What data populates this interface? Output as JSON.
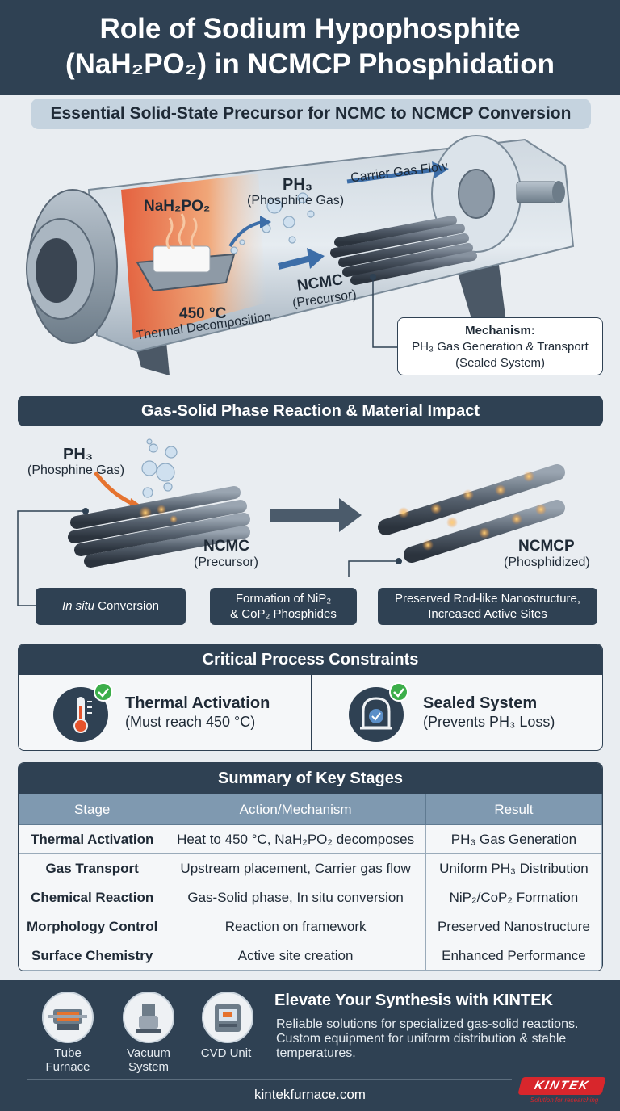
{
  "header": {
    "title_line1": "Role of Sodium Hypophosphite",
    "title_line2": "(NaH₂PO₂) in NCMCP Phosphidation",
    "subtitle": "Essential Solid-State Precursor for NCMC to NCMCP Conversion"
  },
  "furnace": {
    "precursor_label": "NaH₂PO₂",
    "ph3_label": "PH₃",
    "ph3_sub": "(Phosphine Gas)",
    "carrier_gas": "Carrier Gas Flow",
    "ncmc_label": "NCMC",
    "ncmc_sub": "(Precursor)",
    "temp": "450 °C",
    "temp_sub": "Thermal Decomposition",
    "mechanism_title": "Mechanism:",
    "mechanism_line1": "PH₃ Gas Generation & Transport",
    "mechanism_line2": "(Sealed System)"
  },
  "reaction": {
    "heading": "Gas-Solid Phase Reaction & Material Impact",
    "ph3_label": "PH₃",
    "ph3_sub": "(Phosphine Gas)",
    "ncmc_label": "NCMC",
    "ncmc_sub": "(Precursor)",
    "ncmcp_label": "NCMCP",
    "ncmcp_sub": "(Phosphidized)",
    "box1_italic": "In situ",
    "box1_rest": " Conversion",
    "box2_line1": "Formation of NiP₂",
    "box2_line2": "& CoP₂ Phosphides",
    "box3_line1": "Preserved Rod-like Nanostructure,",
    "box3_line2": "Increased Active Sites"
  },
  "constraints": {
    "heading": "Critical Process Constraints",
    "items": [
      {
        "title": "Thermal Activation",
        "detail": "(Must reach 450 °C)",
        "icon": "thermometer-icon"
      },
      {
        "title": "Sealed System",
        "detail": "(Prevents PH₃ Loss)",
        "icon": "sealed-chamber-icon"
      }
    ]
  },
  "summary": {
    "heading": "Summary of Key Stages",
    "columns": [
      "Stage",
      "Action/Mechanism",
      "Result"
    ],
    "rows": [
      [
        "Thermal Activation",
        "Heat to 450 °C, NaH₂PO₂ decomposes",
        "PH₃ Gas Generation"
      ],
      [
        "Gas Transport",
        "Upstream placement, Carrier gas flow",
        "Uniform PH₃ Distribution"
      ],
      [
        "Chemical Reaction",
        "Gas-Solid phase, In situ conversion",
        "NiP₂/CoP₂ Formation"
      ],
      [
        "Morphology Control",
        "Reaction on framework",
        "Preserved Nanostructure"
      ],
      [
        "Surface Chemistry",
        "Active site creation",
        "Enhanced Performance"
      ]
    ]
  },
  "footer": {
    "products": [
      {
        "line1": "Tube",
        "line2": "Furnace"
      },
      {
        "line1": "Vacuum",
        "line2": "System"
      },
      {
        "line1": "CVD Unit",
        "line2": ""
      }
    ],
    "cta_title": "Elevate Your Synthesis with KINTEK",
    "cta_line1": "Reliable solutions for specialized gas-solid reactions.",
    "cta_line2": "Custom equipment for uniform distribution & stable",
    "cta_line3": "temperatures.",
    "url": "kintekfurnace.com",
    "logo": "KINTEK",
    "logo_tagline": "Solution for researching"
  },
  "colors": {
    "navy": "#2f4153",
    "accent_red": "#d8262c",
    "check_green": "#3cae4a"
  }
}
